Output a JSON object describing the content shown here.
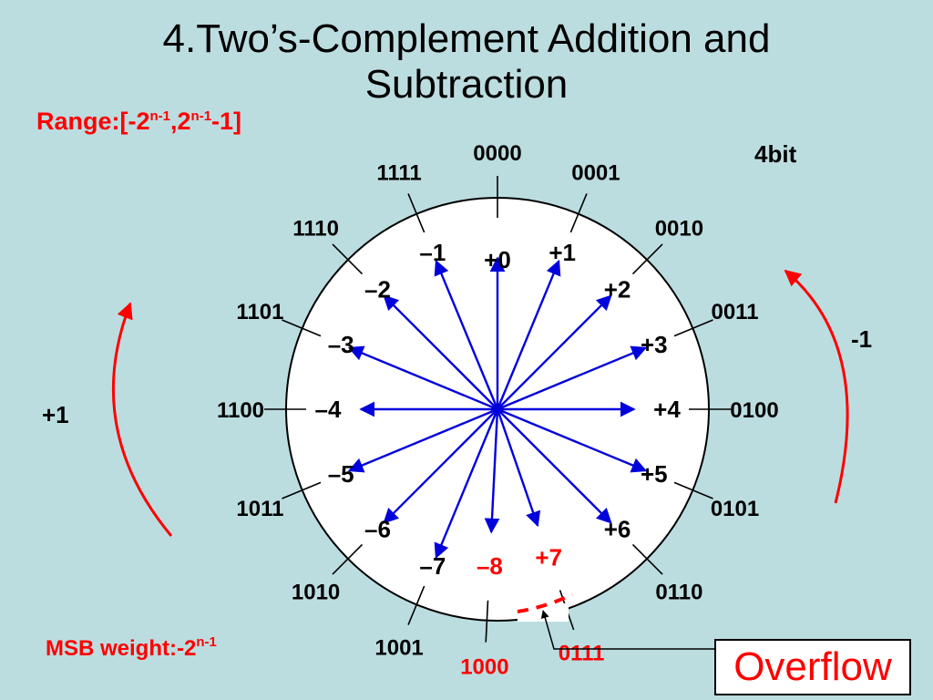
{
  "title": {
    "line1": "4.Two’s-Complement Addition and",
    "line2": "Subtraction"
  },
  "range": {
    "prefix": "Range:[-2",
    "sup1": "n-1",
    "mid": ",2",
    "sup2": "n-1",
    "suffix": "-1]"
  },
  "bits_label": "4bit",
  "minus_one_label": "-1",
  "plus_one_label": "+1",
  "msb": {
    "prefix": "MSB weight:-2",
    "sup": "n-1"
  },
  "overflow_label": "Overflow",
  "colors": {
    "background": "#bcdde0",
    "arrow": "#0000dd",
    "highlight": "#ff0000",
    "circle_fill": "#ffffff"
  },
  "wheel": {
    "entries": [
      {
        "code": "0000",
        "value": "+0",
        "highlight": false
      },
      {
        "code": "0001",
        "value": "+1",
        "highlight": false
      },
      {
        "code": "0010",
        "value": "+2",
        "highlight": false
      },
      {
        "code": "0011",
        "value": "+3",
        "highlight": false
      },
      {
        "code": "0100",
        "value": "+4",
        "highlight": false
      },
      {
        "code": "0101",
        "value": "+5",
        "highlight": false
      },
      {
        "code": "0110",
        "value": "+6",
        "highlight": false
      },
      {
        "code": "0111",
        "value": "+7",
        "highlight": true
      },
      {
        "code": "1000",
        "value": "–8",
        "highlight": true
      },
      {
        "code": "1001",
        "value": "–7",
        "highlight": false
      },
      {
        "code": "1010",
        "value": "–6",
        "highlight": false
      },
      {
        "code": "1011",
        "value": "–5",
        "highlight": false
      },
      {
        "code": "1100",
        "value": "–4",
        "highlight": false
      },
      {
        "code": "1101",
        "value": "–3",
        "highlight": false
      },
      {
        "code": "1110",
        "value": "–2",
        "highlight": false
      },
      {
        "code": "1111",
        "value": "–1",
        "highlight": false
      }
    ]
  }
}
